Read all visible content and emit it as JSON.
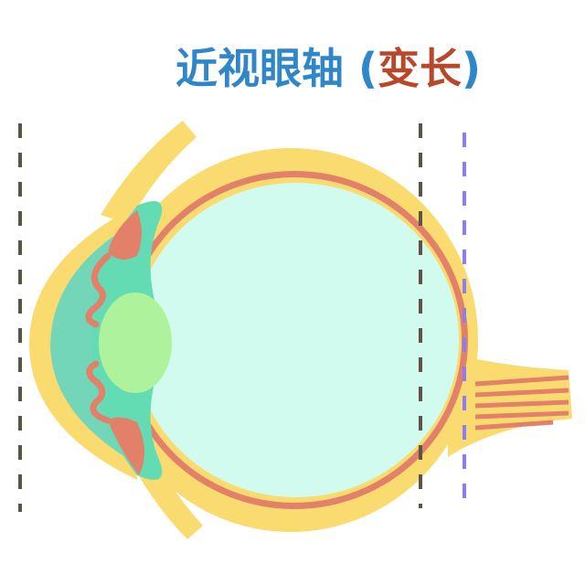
{
  "title": {
    "prefix": "近视眼轴 (",
    "highlight": "变长",
    "suffix": ")"
  },
  "colors": {
    "title_blue": "#2f86c8",
    "title_highlight": "#b8482c",
    "sclera": "#fadb70",
    "choroid": "#e2806a",
    "vitreous": "#d2fbf0",
    "lens": "#aef39c",
    "ciliary": "#63dcb4",
    "normal_axis_line": "#5a5546",
    "elongated_axis_line": "#8e7cf0"
  },
  "icons": [
    "eyeball-cross-section-illustration"
  ]
}
